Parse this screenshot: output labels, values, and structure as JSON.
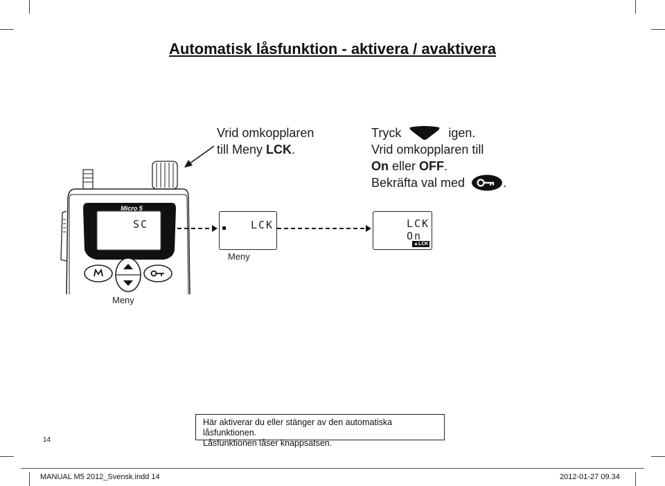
{
  "title": "Automatisk låsfunktion - aktivera / avaktivera",
  "step1": {
    "line1": "Vrid omkopplaren",
    "line2_prefix": "till Meny ",
    "line2_bold": "LCK",
    "line2_suffix": "."
  },
  "step2": {
    "line1_prefix": "Tryck",
    "line1_suffix": "igen.",
    "line2": "Vrid omkopplaren till",
    "line3_on": "On",
    "line3_mid": " eller ",
    "line3_off": "OFF",
    "line3_end": ".",
    "line4_prefix": "Bekräfta val med",
    "line4_suffix": "."
  },
  "device": {
    "brand": "Micro 5",
    "lcd_text": "SC",
    "menu_button": "M"
  },
  "display_lck": {
    "text": "LCK"
  },
  "display_on": {
    "line1": "LCK",
    "line2": "On",
    "badge": "LCK"
  },
  "labels": {
    "menu_right": "Meny",
    "menu_left": "Meny"
  },
  "note": {
    "line1": "Här aktiverar du eller stänger av den automatiska låsfunktionen.",
    "line2": "Låsfunktionen låser knappsatsen."
  },
  "page_number": "14",
  "footer": {
    "left": "MANUAL M5 2012_Svensk.indd   14",
    "right": "2012-01-27   09.34"
  },
  "icons": {
    "down": "down-arrow-icon",
    "key": "key-icon"
  }
}
